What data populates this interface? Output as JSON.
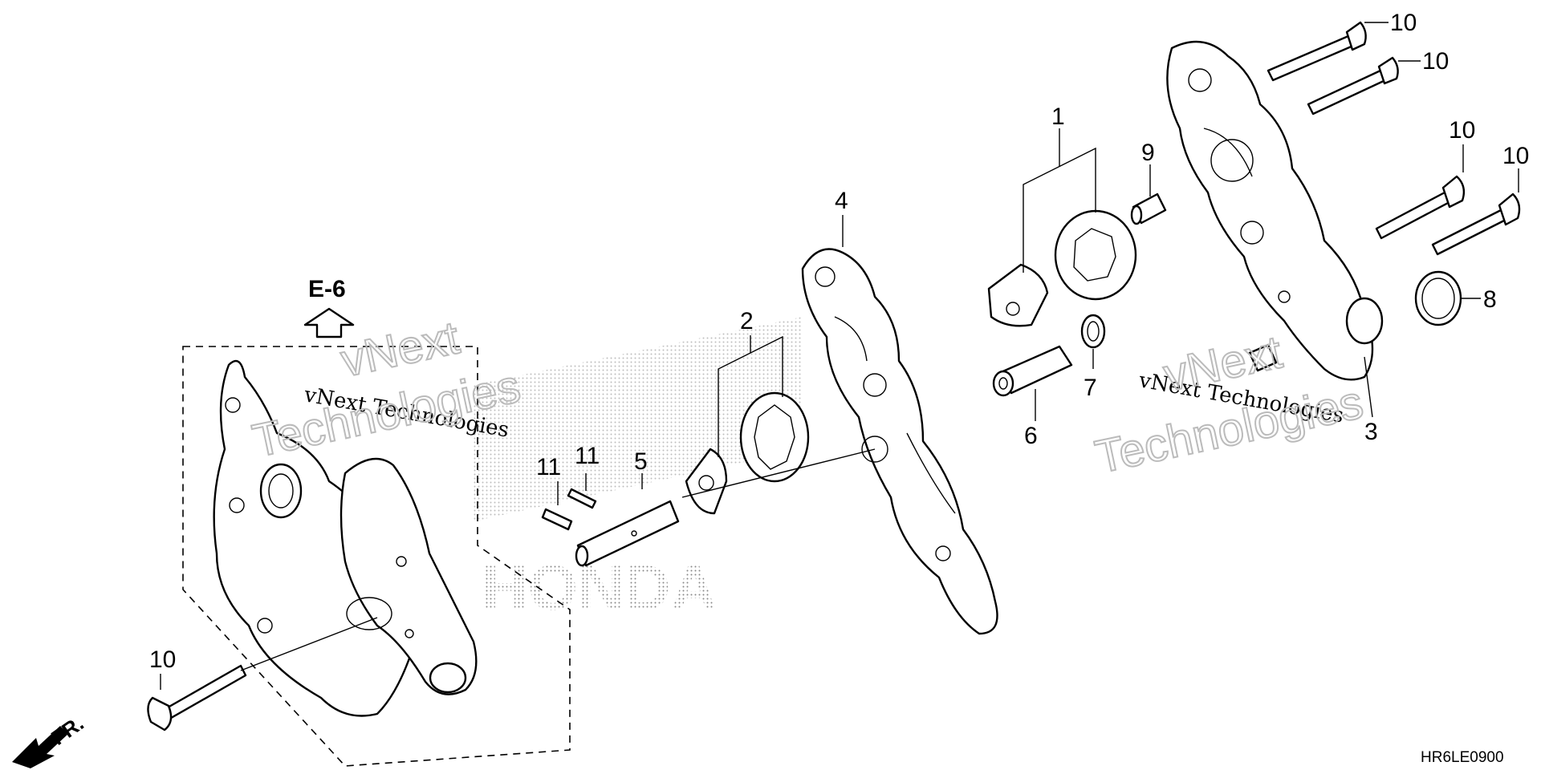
{
  "diagram": {
    "callouts": [
      {
        "id": "c1",
        "text": "1"
      },
      {
        "id": "c2",
        "text": "2"
      },
      {
        "id": "c3",
        "text": "3"
      },
      {
        "id": "c4",
        "text": "4"
      },
      {
        "id": "c5",
        "text": "5"
      },
      {
        "id": "c6",
        "text": "6"
      },
      {
        "id": "c7",
        "text": "7"
      },
      {
        "id": "c8",
        "text": "8"
      },
      {
        "id": "c9",
        "text": "9"
      },
      {
        "id": "c10",
        "text": "10"
      },
      {
        "id": "c11",
        "text": "11"
      }
    ],
    "section_ref": "E-6",
    "front_label": "FR.",
    "diagram_code": "HR6LE0900",
    "watermark_small": "vNext Technologies",
    "watermark_big_line1": "vNext",
    "watermark_big_line2": "Technologies",
    "brand_watermark": "HONDA"
  }
}
